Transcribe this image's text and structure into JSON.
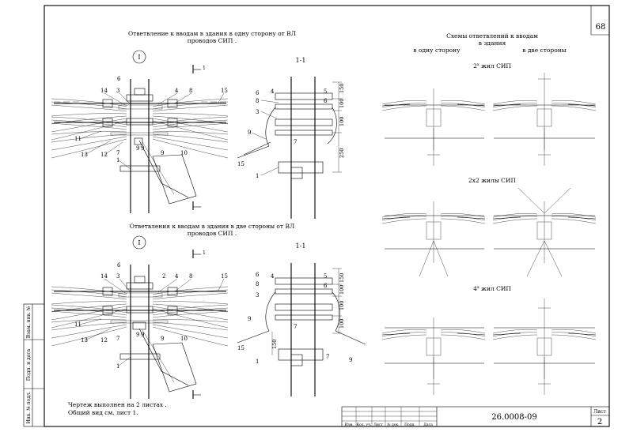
{
  "sheet_number_top": "68",
  "left_top": {
    "title_line1": "Ответвление к вводам в здания в одну сторону от ВЛ",
    "title_line2": "проводов СИП .",
    "circle_label": "I",
    "section_mark": "1",
    "callouts": [
      "6",
      "14",
      "3",
      "4",
      "8",
      "15",
      "11",
      "13",
      "12",
      "7",
      "9",
      "9",
      "9",
      "10",
      "1"
    ]
  },
  "left_bottom": {
    "title_line1": "Ответвления к вводам в здания в две стороны от ВЛ",
    "title_line2": "проводов СИП .",
    "circle_label": "I",
    "section_mark": "1",
    "callouts": [
      "6",
      "14",
      "3",
      "2",
      "4",
      "8",
      "15",
      "11",
      "13",
      "12",
      "7",
      "9",
      "9",
      "9",
      "10",
      "1"
    ]
  },
  "section_top": {
    "title": "1-1",
    "callouts": [
      "4",
      "6",
      "8",
      "5",
      "3",
      "6",
      "7",
      "9",
      "15",
      "1"
    ],
    "dims": [
      "150",
      "100",
      "100",
      "250"
    ]
  },
  "section_bottom": {
    "title": "1-1",
    "callouts": [
      "6",
      "4",
      "8",
      "5",
      "6",
      "3",
      "7",
      "9",
      "15",
      "1",
      "7",
      "9"
    ],
    "dims": [
      "150",
      "100",
      "100",
      "100",
      "150"
    ]
  },
  "schemes": {
    "title_line1": "Схемы ответвлений к вводам",
    "title_line2": "в здания",
    "col_one": "в одну сторону",
    "col_two": "в две стороны",
    "rows": [
      {
        "base": "2",
        "sup": "x",
        "rest": " жил СИП"
      },
      {
        "base": "2x2 жилы СИП",
        "sup": "",
        "rest": ""
      },
      {
        "base": "4",
        "sup": "x",
        "rest": " жил СИП"
      }
    ]
  },
  "note": {
    "line1": "Чертеж выполнен на 2 листах .",
    "line2": "Общий вид см. лист 1."
  },
  "stamp": {
    "code": "26.0008-09",
    "sheet_label": "Лист",
    "sheet_value": "2",
    "cols": [
      "Изм.",
      "Кол. уч.",
      "Лист",
      "№ док.",
      "Подп.",
      "Дата"
    ]
  },
  "side_stamp": [
    "Взам. инв. №",
    "Подп. и дата",
    "Инв. № подл."
  ]
}
